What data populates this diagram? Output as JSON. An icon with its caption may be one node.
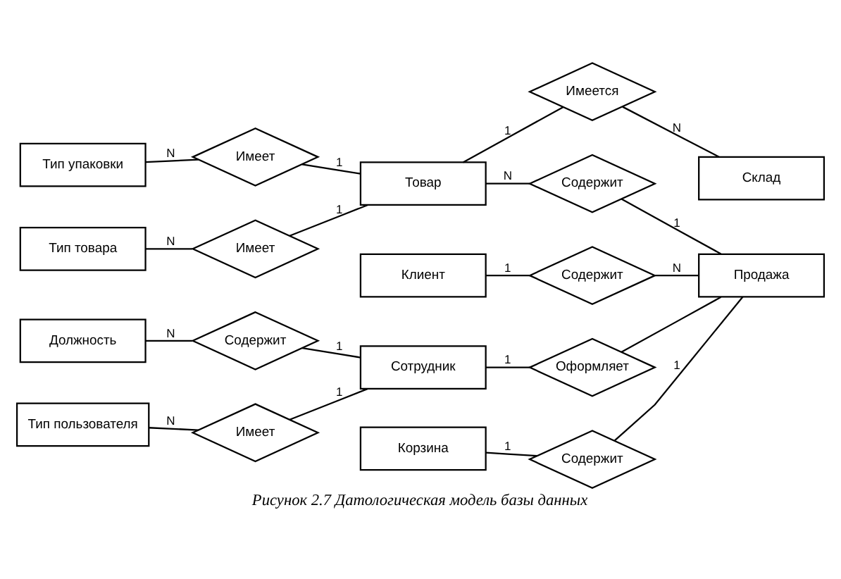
{
  "diagram": {
    "caption": "Рисунок 2.7 Датологическая модель базы данных",
    "nodes": [
      {
        "text": [
          "Имеется"
        ]
      },
      {
        "text": [
          "Склад"
        ]
      },
      {
        "text": [
          "Тип упаковки"
        ]
      },
      {
        "text": [
          "Имеет"
        ]
      },
      {
        "text": [
          "Товар"
        ]
      },
      {
        "text": [
          "Содержит"
        ]
      },
      {
        "text": [
          "Тип товара"
        ]
      },
      {
        "text": [
          "Имеет"
        ]
      },
      {
        "text": [
          "Клиент"
        ]
      },
      {
        "text": [
          "Содержит"
        ]
      },
      {
        "text": [
          "Должность"
        ]
      },
      {
        "text": [
          "Содержит"
        ]
      },
      {
        "text": [
          "Сотрудник"
        ]
      },
      {
        "text": [
          "Оформляет"
        ]
      },
      {
        "text": [
          "Продажа"
        ]
      },
      {
        "text": [
          "Тип пользователя"
        ]
      },
      {
        "text": [
          "Имеет"
        ]
      },
      {
        "text": [
          "Корзина"
        ]
      },
      {
        "text": [
          "Содержит"
        ]
      }
    ],
    "edges": [
      {
        "from": 4,
        "to": 0,
        "arrow": "none",
        "label": "1"
      },
      {
        "from": 0,
        "to": 1,
        "arrow": "none",
        "label": "N"
      },
      {
        "from": 2,
        "to": 3,
        "arrow": "none",
        "label": "N"
      },
      {
        "from": 3,
        "to": 4,
        "arrow": "none",
        "label": "1"
      },
      {
        "from": 4,
        "to": 5,
        "arrow": "none",
        "label": "N"
      },
      {
        "from": 5,
        "to": 14,
        "arrow": "none",
        "label": "1"
      },
      {
        "from": 6,
        "to": 7,
        "arrow": "none",
        "label": "N"
      },
      {
        "from": 7,
        "to": 4,
        "arrow": "none",
        "label": "1"
      },
      {
        "from": 8,
        "to": 9,
        "arrow": "none",
        "label": "1"
      },
      {
        "from": 9,
        "to": 14,
        "arrow": "none",
        "label": "N"
      },
      {
        "from": 10,
        "to": 11,
        "arrow": "none",
        "label": "N"
      },
      {
        "from": 11,
        "to": 12,
        "arrow": "none",
        "label": "1"
      },
      {
        "from": 12,
        "to": 13,
        "arrow": "none",
        "label": "1"
      },
      {
        "from": 13,
        "to": 14,
        "arrow": "none"
      },
      {
        "from": 15,
        "to": 16,
        "arrow": "none",
        "label": "N"
      },
      {
        "from": 16,
        "to": 12,
        "arrow": "none",
        "label": "1"
      },
      {
        "from": 17,
        "to": 18,
        "arrow": "none",
        "label": "1"
      },
      {
        "from": 18,
        "to": 14,
        "arrow": "none",
        "label": "1"
      }
    ]
  }
}
